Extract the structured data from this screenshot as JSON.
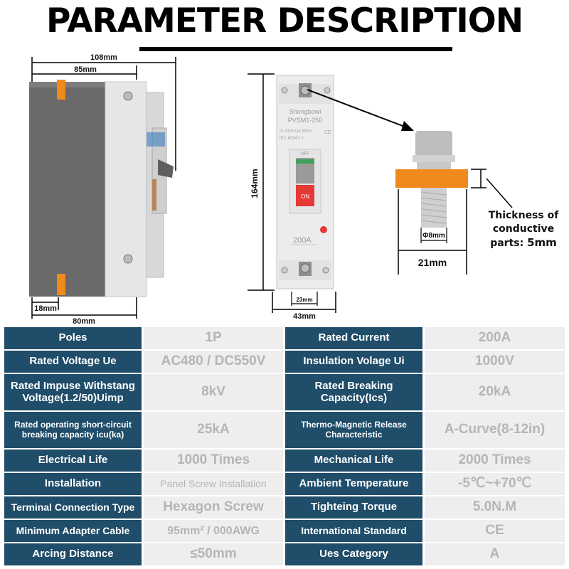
{
  "header": {
    "title": "PARAMETER DESCRIPTION"
  },
  "side_view": {
    "dim_total_width": "108mm",
    "dim_body_width": "85mm",
    "dim_base_left": "18mm",
    "dim_base_width": "80mm"
  },
  "front_view": {
    "brand": "Shengbowi",
    "model": "PVSM1-250",
    "spec_line_1": "In 200A  Ue 550V",
    "spec_line_2": "IEC 60947-2",
    "ce_mark": "CE",
    "off_label": "OFF",
    "on_label": "ON",
    "current_label": "200A",
    "dim_height": "164mm",
    "dim_terminal": "23mm",
    "dim_width": "43mm"
  },
  "terminal_detail": {
    "diameter": "Φ8mm",
    "width": "21mm",
    "thickness_line_1": "Thickness of",
    "thickness_line_2": "conductive",
    "thickness_line_3": "parts:",
    "thickness_value": "5mm"
  },
  "specs": [
    {
      "label1": "Poles",
      "value1": "1P",
      "label2": "Rated Current",
      "value2": "200A"
    },
    {
      "label1": "Rated Voltage Ue",
      "value1": "AC480 / DC550V",
      "label2": "Insulation Volage Ui",
      "value2": "1000V"
    },
    {
      "label1": "Rated Impuse Withstang Voltage(1.2/50)Uimp",
      "value1": "8kV",
      "label2": "Rated Breaking Capacity(Ics)",
      "value2": "20kA"
    },
    {
      "label1": "Rated operating short-circuit breaking capacity icu(ka)",
      "value1": "25kA",
      "label2": "Thermo-Magnetic Release Characteristic",
      "value2": "A-Curve(8-12in)"
    },
    {
      "label1": "Electrical Life",
      "value1": "1000 Times",
      "label2": "Mechanical Life",
      "value2": "2000 Times"
    },
    {
      "label1": "Installation",
      "value1": "Panel Screw Installation",
      "label2": "Ambient Temperature",
      "value2": "-5℃~+70℃"
    },
    {
      "label1": "Terminal Connection Type",
      "value1": "Hexagon Screw",
      "label2": "Tighteing Torque",
      "value2": "5.0N.M"
    },
    {
      "label1": "Minimum Adapter Cable",
      "value1": "95mm² / 000AWG",
      "label2": "International Standard",
      "value2": "CE"
    },
    {
      "label1": "Arcing Distance",
      "value1": "≤50mm",
      "label2": "Ues Category",
      "value2": "A"
    }
  ]
}
